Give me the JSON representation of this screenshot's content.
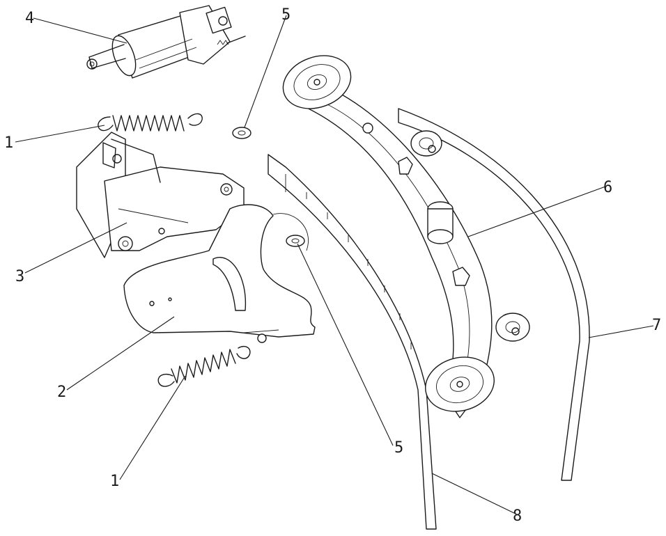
{
  "callouts": [
    {
      "id": "c4",
      "label": "4"
    },
    {
      "id": "c5a",
      "label": "5"
    },
    {
      "id": "c1a",
      "label": "1"
    },
    {
      "id": "c6",
      "label": "6"
    },
    {
      "id": "c3",
      "label": "3"
    },
    {
      "id": "c7",
      "label": "7"
    },
    {
      "id": "c2",
      "label": "2"
    },
    {
      "id": "c5b",
      "label": "5"
    },
    {
      "id": "c1b",
      "label": "1"
    },
    {
      "id": "c8",
      "label": "8"
    }
  ]
}
